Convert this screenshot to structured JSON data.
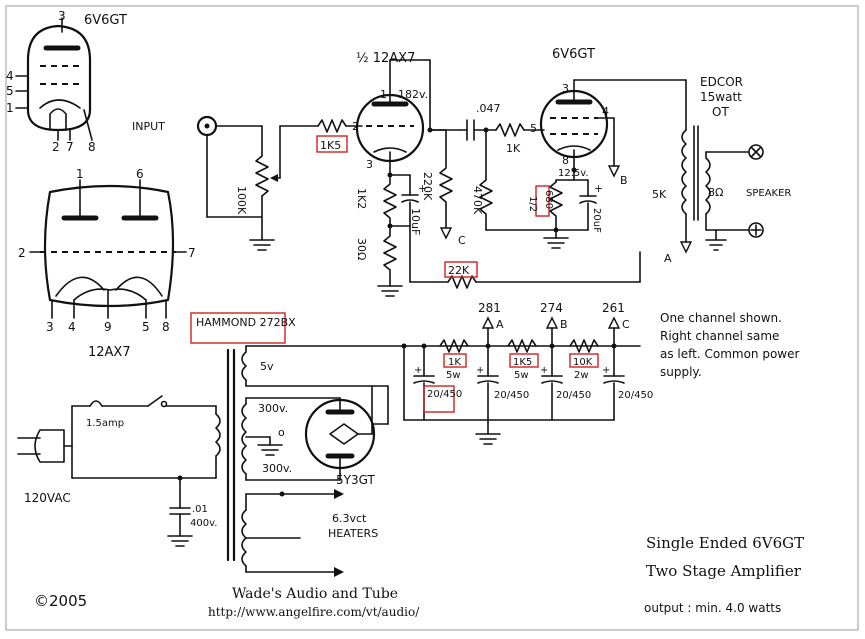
{
  "title": {
    "line1": "Single Ended 6V6GT",
    "line2": "Two Stage Amplifier",
    "output": "output : min. 4.0 watts"
  },
  "credits": {
    "copyright": "©2005",
    "author": "Wade's Audio and Tube",
    "url": "http://www.angelfire.com/vt/audio/"
  },
  "note": {
    "line1": "One channel shown.",
    "line2": "Right channel same",
    "line3": "as left. Common power",
    "line4": "supply."
  },
  "pinouts": {
    "tube_6v6": {
      "name": "6V6GT",
      "pins": [
        "3",
        "4",
        "5",
        "1",
        "2",
        "7",
        "8"
      ]
    },
    "tube_12ax7": {
      "name": "12AX7",
      "top_pins": [
        "1",
        "6"
      ],
      "side_pins": [
        "2",
        "7"
      ],
      "bottom_pins": [
        "3",
        "4",
        "9",
        "5",
        "8"
      ]
    }
  },
  "preamp": {
    "tube_label": "½ 12AX7",
    "input_label": "INPUT",
    "volume_pot": "100K",
    "grid_resistor": "1K5",
    "plate_voltage": "182v.",
    "plate_pin": "1",
    "grid_pin": "2",
    "cathode_pin": "3",
    "cathode_resistor": "1K2",
    "cathode_bypass": "10uF",
    "feedback_resistor_small": "30Ω",
    "plate_load": "220K",
    "plate_node": "C"
  },
  "output_stage": {
    "tube_label": "6V6GT",
    "coupling_cap": ".047",
    "grid_stopper": "1K",
    "grid_leak": "470K",
    "cathode_voltage": "12.5v.",
    "cathode_resistor": "680",
    "cathode_resistor_pre": "1/2",
    "cathode_bypass": "20uF",
    "pins": {
      "plate": "3",
      "g1": "5",
      "g2": "4",
      "cathode": "8"
    },
    "screen_node": "B",
    "feedback_resistor": "22K"
  },
  "transformer_out": {
    "name": "EDCOR",
    "rating": "15watt",
    "type": "OT",
    "primary": "5K",
    "secondary": "8Ω",
    "speaker": "SPEAKER",
    "supply_node": "A"
  },
  "power_supply": {
    "transformer": "HAMMOND 272BX",
    "rect_winding": "5v",
    "hv_top": "300v.",
    "hv_bottom": "300v.",
    "heater": "6.3vct",
    "heater_label": "HEATERS",
    "rectifier": "5Y3GT",
    "mains": "120VAC",
    "fuse": "1.5amp",
    "line_cap_value": ".01",
    "line_cap_voltage": "400v.",
    "filter_resistors": [
      {
        "value": "1K",
        "watt": "5w"
      },
      {
        "value": "1K5",
        "watt": "5w"
      },
      {
        "value": "10K",
        "watt": "2w"
      }
    ],
    "filter_caps": [
      "20/450",
      "20/450",
      "20/450",
      "20/450"
    ],
    "nodes": [
      {
        "voltage": "281",
        "label": "A"
      },
      {
        "voltage": "274",
        "label": "B"
      },
      {
        "voltage": "261",
        "label": "C"
      }
    ]
  }
}
